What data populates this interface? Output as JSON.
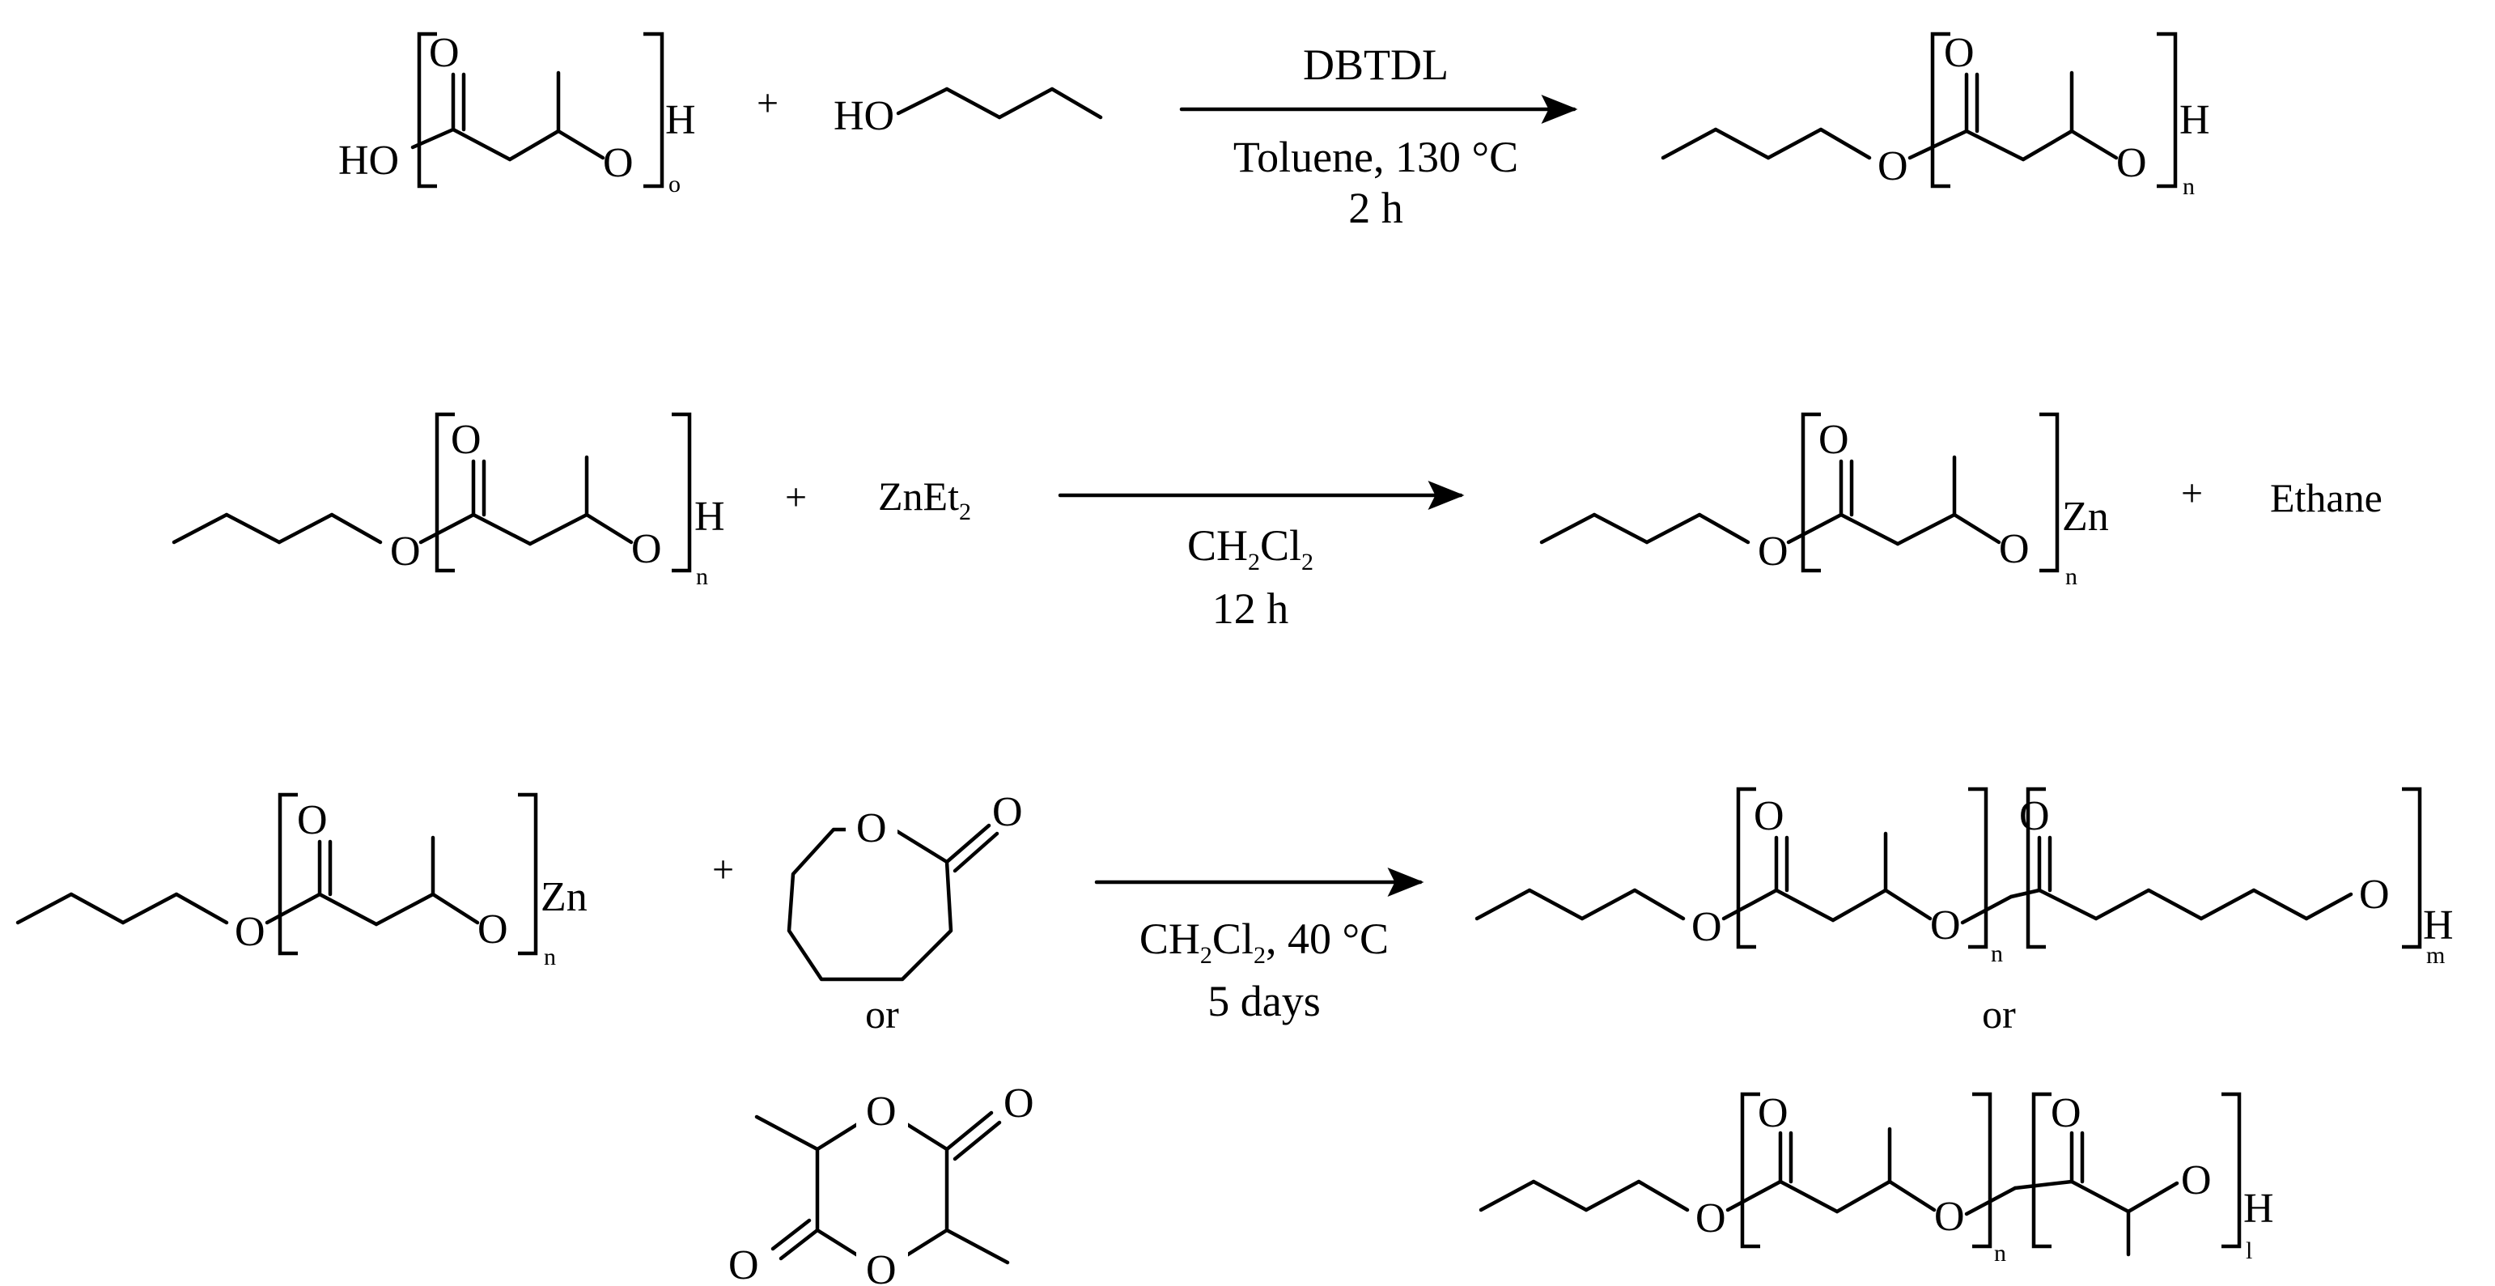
{
  "reactions": [
    {
      "reagents": [
        "HO",
        "H",
        "o"
      ],
      "plus": "+",
      "alcohol": "HO",
      "condition_above": "DBTDL",
      "condition_below_1": "Toluene, 130 °C",
      "condition_below_2": "2 h",
      "product": [
        "O",
        "H",
        "n"
      ]
    },
    {
      "reactant": [
        "O",
        "H",
        "n"
      ],
      "plus": "+",
      "reagent_main": "ZnEt",
      "reagent_sub": "2",
      "condition_main": "CH",
      "condition_sub1": "2",
      "condition_mid": "Cl",
      "condition_sub2": "2",
      "condition_below": "12 h",
      "product": [
        "O",
        "Zn",
        "n"
      ],
      "plus2": "+",
      "byproduct": "Ethane"
    },
    {
      "reactant": [
        "O",
        "Zn",
        "n"
      ],
      "plus": "+",
      "or_reactant": "or",
      "condition_main": "CH",
      "condition_sub1": "2",
      "condition_mid": "Cl",
      "condition_sub2": "2",
      "condition_tail": ", 40 °C",
      "condition_below": "5 days",
      "product1": [
        "H",
        "n",
        "m"
      ],
      "or_product": "or",
      "product2": [
        "H",
        "n",
        "l"
      ]
    }
  ],
  "atoms": {
    "O": "O"
  }
}
